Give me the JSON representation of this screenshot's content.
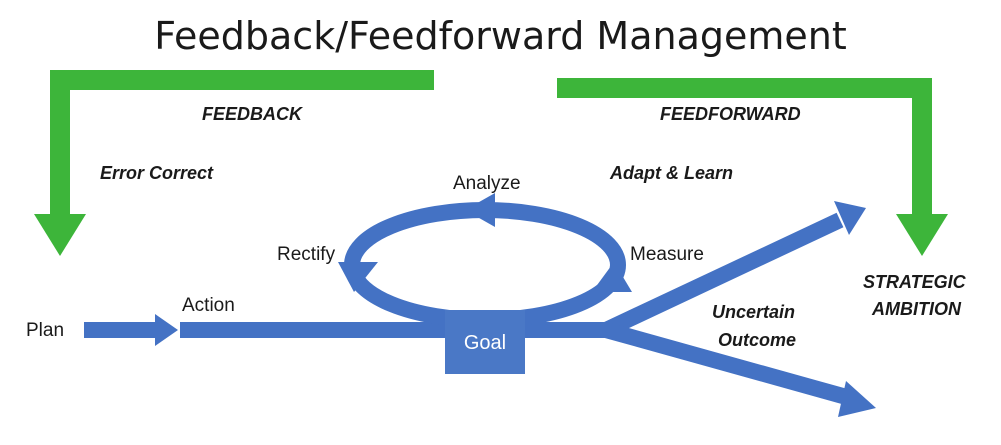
{
  "title": "Feedback/Feedforward Management",
  "feedback": {
    "label": "FEEDBACK",
    "sub_label": "Error Correct"
  },
  "feedforward": {
    "label": "FEEDFORWARD",
    "sub_label": "Adapt & Learn"
  },
  "cycle": {
    "analyze": "Analyze",
    "rectify": "Rectify",
    "measure": "Measure"
  },
  "flow": {
    "plan": "Plan",
    "action": "Action",
    "goal": "Goal"
  },
  "outcome": {
    "line1": "Uncertain",
    "line2": "Outcome"
  },
  "ambition": {
    "line1": "STRATEGIC",
    "line2": "AMBITION"
  },
  "colors": {
    "green": "#3db53a",
    "blue": "#4472c4",
    "goal_box": "#4a78c6"
  }
}
